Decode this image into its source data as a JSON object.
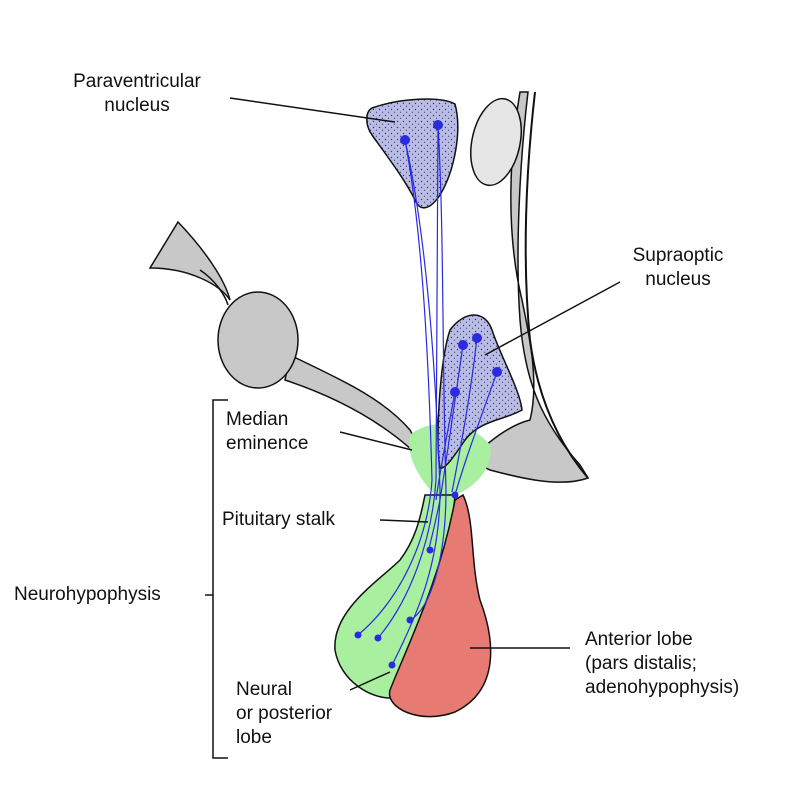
{
  "labels": {
    "paraventricular": [
      "Paraventricular",
      "nucleus"
    ],
    "supraoptic": [
      "Supraoptic",
      "nucleus"
    ],
    "median_eminence": [
      "Median",
      "eminence"
    ],
    "pituitary_stalk": "Pituitary stalk",
    "neurohypophysis": "Neurohypophysis",
    "neural_lobe": [
      "Neural",
      "or posterior",
      "lobe"
    ],
    "anterior_lobe": [
      "Anterior lobe",
      "(pars distalis;",
      "adenohypophysis)"
    ]
  },
  "colors": {
    "gray_structure": "#c8c8c8",
    "nucleus_fill": "#b9bde6",
    "neuron": "#2a2ae0",
    "posterior_lobe": "#a8f0a0",
    "anterior_lobe": "#e77a72",
    "outline": "#111111"
  }
}
